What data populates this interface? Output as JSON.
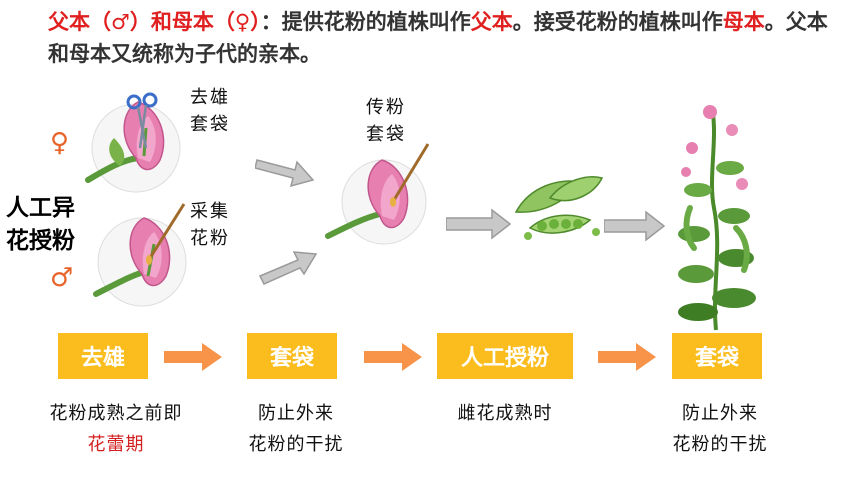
{
  "header": {
    "part1": "父本（♂）和母本（♀）",
    "part2": "：提供花粉的植株叫作",
    "part3": "父本",
    "part4": "。接受花粉的植株叫作",
    "part5": "母本",
    "part6": "。父本和母本又统称为子代的亲本。"
  },
  "title": {
    "line1": "人工异",
    "line2": "花授粉"
  },
  "symbols": {
    "female": "♀",
    "male": "♂"
  },
  "labels": {
    "emasculate_1": "去雄",
    "emasculate_2": "套袋",
    "collect_1": "采集",
    "collect_2": "花粉",
    "pollinate_1": "传粉",
    "pollinate_2": "套袋"
  },
  "steps": [
    {
      "label": "去雄"
    },
    {
      "label": "套袋"
    },
    {
      "label": "人工授粉"
    },
    {
      "label": "套袋"
    }
  ],
  "notes": {
    "step1_line1": "花粉成熟之前即",
    "step1_line2": "花蕾期",
    "step2_line1": "防止外来",
    "step2_line2": "花粉的干扰",
    "step3_line1": "雌花成熟时",
    "step4_line1": "防止外来",
    "step4_line2": "花粉的干扰"
  },
  "colors": {
    "accent_red": "#e02020",
    "step_box": "#fbbd1e",
    "arrow_orange": "#f7944a",
    "symbol_orange": "#e8642a",
    "petal_pink": "#e77fb0",
    "leaf_green": "#5a9a3a"
  }
}
